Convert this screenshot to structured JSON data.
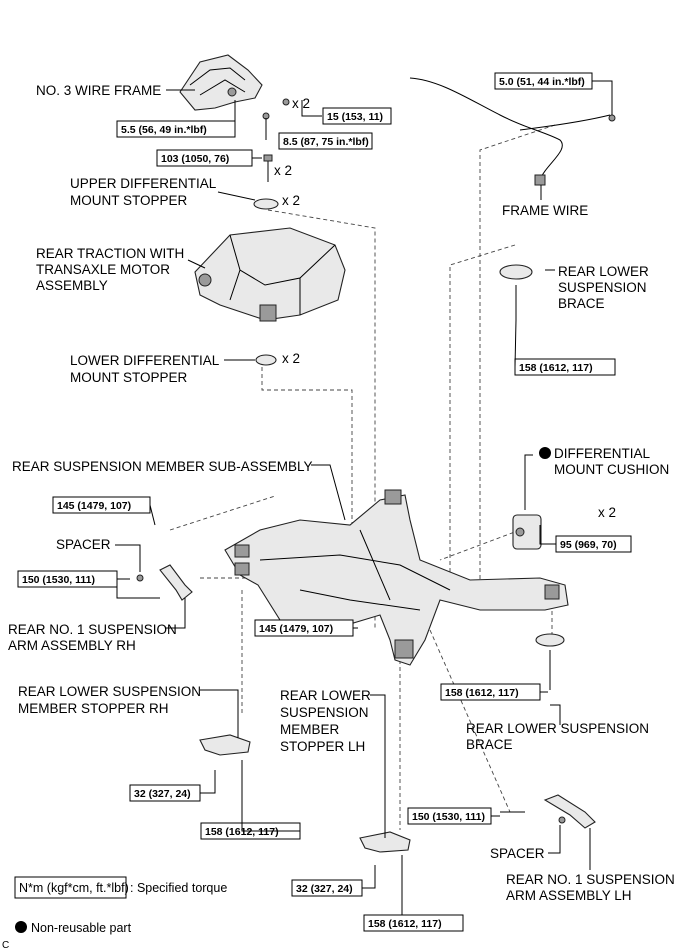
{
  "labels": {
    "no3_wire_frame": "NO. 3 WIRE FRAME",
    "upper_diff_stopper_1": "UPPER DIFFERENTIAL",
    "upper_diff_stopper_2": "MOUNT STOPPER",
    "rear_traction_1": "REAR TRACTION WITH",
    "rear_traction_2": "TRANSAXLE MOTOR",
    "rear_traction_3": "ASSEMBLY",
    "lower_diff_stopper_1": "LOWER DIFFERENTIAL",
    "lower_diff_stopper_2": "MOUNT STOPPER",
    "frame_wire": "FRAME WIRE",
    "rear_lower_brace_top_1": "REAR LOWER",
    "rear_lower_brace_top_2": "SUSPENSION",
    "rear_lower_brace_top_3": "BRACE",
    "rear_susp_member": "REAR SUSPENSION MEMBER SUB-ASSEMBLY",
    "diff_mount_cushion_1": "DIFFERENTIAL",
    "diff_mount_cushion_2": "MOUNT CUSHION",
    "spacer_top": "SPACER",
    "arm_rh_1": "REAR NO. 1 SUSPENSION",
    "arm_rh_2": "ARM ASSEMBLY RH",
    "stopper_rh_1": "REAR LOWER SUSPENSION",
    "stopper_rh_2": "MEMBER STOPPER RH",
    "stopper_lh_1": "REAR LOWER",
    "stopper_lh_2": "SUSPENSION",
    "stopper_lh_3": "MEMBER",
    "stopper_lh_4": "STOPPER LH",
    "rear_lower_brace_bot_1": "REAR LOWER SUSPENSION",
    "rear_lower_brace_bot_2": "BRACE",
    "spacer_bottom": "SPACER",
    "arm_lh_1": "REAR NO. 1 SUSPENSION",
    "arm_lh_2": "ARM ASSEMBLY LH"
  },
  "multipliers": {
    "m15": "x 2",
    "m103": "x 2",
    "m_upper": "x 2",
    "m_lower": "x 2",
    "m95": "x 2"
  },
  "torques": {
    "t_55": "5.5 (56, 49 in.*lbf)",
    "t_15": "15 (153, 11)",
    "t_85": "8.5 (87, 75 in.*lbf)",
    "t_103": "103 (1050, 76)",
    "t_50": "5.0 (51, 44 in.*lbf)",
    "t_158_top": "158 (1612, 117)",
    "t_145_top": "145 (1479, 107)",
    "t_95": "95 (969, 70)",
    "t_150_rh": "150 (1530, 111)",
    "t_145_bot": "145 (1479, 107)",
    "t_158_right": "158 (1612, 117)",
    "t_32_rh": "32 (327, 24)",
    "t_158_rh": "158 (1612, 117)",
    "t_150_lh": "150 (1530, 111)",
    "t_32_lh": "32 (327, 24)",
    "t_158_lh": "158 (1612, 117)"
  },
  "legend": {
    "torque_unit": "N*m (kgf*cm, ft.*lbf)",
    "torque_desc": ": Specified torque",
    "nonreusable": "Non-reusable part"
  },
  "corner_mark": "C"
}
